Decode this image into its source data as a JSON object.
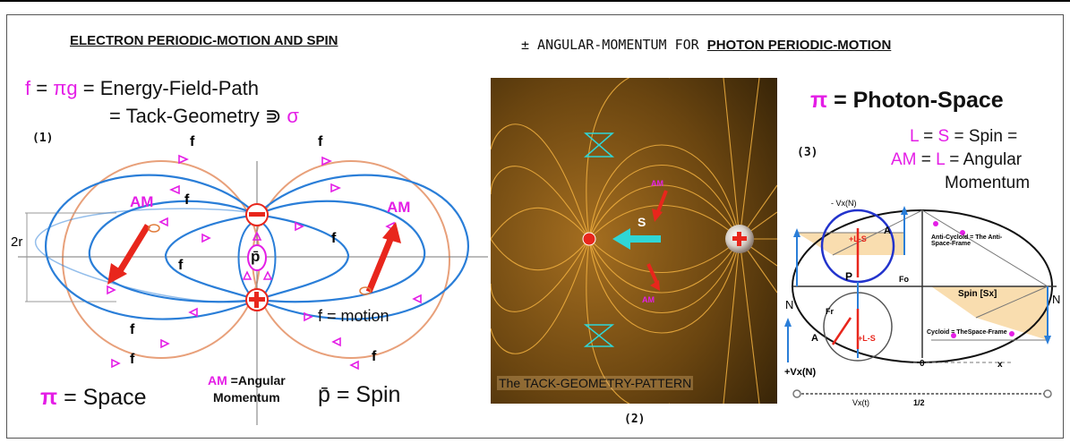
{
  "left_panel": {
    "title": "ELECTRON PERIODIC-MOTION AND SPIN",
    "eq_f": "f",
    "eq_eq1": " = ",
    "eq_pi": "π",
    "eq_g": "g",
    "eq_rest": " = Energy-Field-Path",
    "eq_line2": "= Tack-Geometry ⋑ ",
    "eq_sigma": "σ",
    "fig_num": "(1)",
    "f_label": "f",
    "am_label": "AM",
    "minus_sign": "−",
    "plus_sign": "+",
    "pbar_label": "p̄",
    "two_r": "2r",
    "f_motion": "f = motion",
    "pi_space_pi": "π",
    "pi_space_rest": " = Space",
    "am_caption_am": "AM",
    "am_caption_rest": " =Angular",
    "am_caption_line2": "Momentum",
    "pbar_spin": "p̄ = Spin"
  },
  "right_header": {
    "prefix": "± ANGULAR-MOMENTUM FOR ",
    "underlined": "PHOTON PERIODIC-MOTION"
  },
  "middle_panel": {
    "caption": "The TACK-GEOMETRY-PATTERN",
    "fig_num": "(2)",
    "s_label": "S",
    "am_top": "AM",
    "am_bottom": "AM",
    "plus_sign": "+"
  },
  "right_panel": {
    "pi_title_pi": "π",
    "pi_title_rest": " = Photon-Space",
    "fig_num": "(3)",
    "line1_a": "L",
    "line1_b": " = ",
    "line1_c": "S",
    "line1_d": " = Spin =",
    "line2_a": "AM",
    "line2_b": " = ",
    "line2_c": "L",
    "line2_d": " = Angular",
    "line3": "Momentum",
    "vx_top": "- Vx(N)",
    "n_left": "N",
    "n_right": "N",
    "spin_label": "Spin [Sx]",
    "anti_cycloid": "Anti-Cycloid = The Anti-Space-Frame",
    "cycloid": "Cycloid = TheSpace-Frame",
    "p_label": "P",
    "a_top": "A",
    "a_bottom": "A",
    "ls_label": "+L-S",
    "ls_label2": "+L-S",
    "zero": "0",
    "x_label": "x",
    "vx_n": "+Vx(N)",
    "vx_bottom": "Vx(t)",
    "half": "1/2",
    "fr": "Fr",
    "fo": "Fo"
  },
  "colors": {
    "magenta": "#e41ee6",
    "blue": "#2a7ed8",
    "salmon": "#e8a07a",
    "red": "#e8261c",
    "orange_bg": "#8a5a18"
  }
}
